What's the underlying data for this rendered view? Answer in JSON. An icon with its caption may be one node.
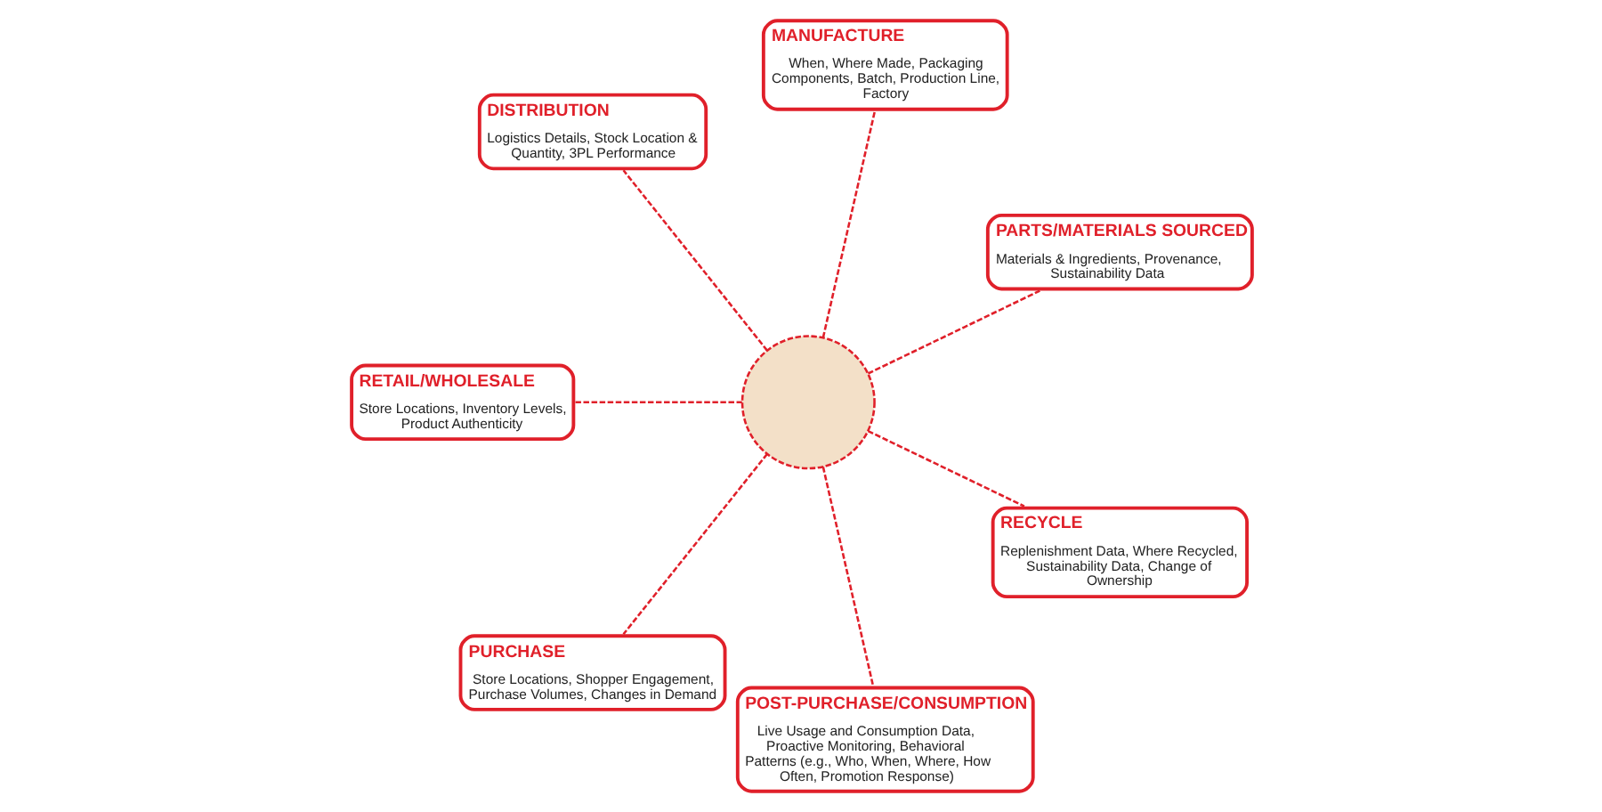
{
  "diagram": {
    "nodes": [
      {
        "text": [
          "PARTS/MATERIALS SOURCED",
          "Materials & Ingredients, Provenance, Sustainability Data"
        ]
      },
      {
        "text": [
          "MANUFACTURE",
          "When, Where Made, Packaging Components, Batch, Production Line, Factory"
        ]
      },
      {
        "text": [
          "DISTRIBUTION",
          "Logistics Details, Stock Location & Quantity, 3PL Performance"
        ]
      },
      {
        "text": [
          "RETAIL/WHOLESALE",
          "Store Locations, Inventory Levels, Product Authenticity"
        ]
      },
      {
        "text": [
          "PURCHASE",
          "Store Locations, Shopper Engagement, Purchase Volumes, Changes in Demand"
        ]
      },
      {
        "text": [
          "POST-PURCHASE/CONSUMPTION",
          "Live Usage and Consumption Data, Proactive Monitoring, Behavioral Patterns (e.g., Who, When, Where, How Often, Promotion Response)"
        ]
      },
      {
        "text": [
          "RECYCLE",
          "Replenishment Data, Where Recycled, Sustainability Data, Change of Ownership"
        ]
      },
      {
        "text": [],
        "shape": "circle"
      }
    ],
    "edges": [
      {
        "from": 7,
        "to": 0,
        "arrow": "none",
        "style": "dashed"
      },
      {
        "from": 7,
        "to": 1,
        "arrow": "none",
        "style": "dashed"
      },
      {
        "from": 7,
        "to": 2,
        "arrow": "none",
        "style": "dashed"
      },
      {
        "from": 7,
        "to": 3,
        "arrow": "none",
        "style": "dashed"
      },
      {
        "from": 7,
        "to": 4,
        "arrow": "none",
        "style": "dashed"
      },
      {
        "from": 7,
        "to": 5,
        "arrow": "none",
        "style": "dashed"
      },
      {
        "from": 7,
        "to": 6,
        "arrow": "none",
        "style": "dashed"
      }
    ]
  }
}
